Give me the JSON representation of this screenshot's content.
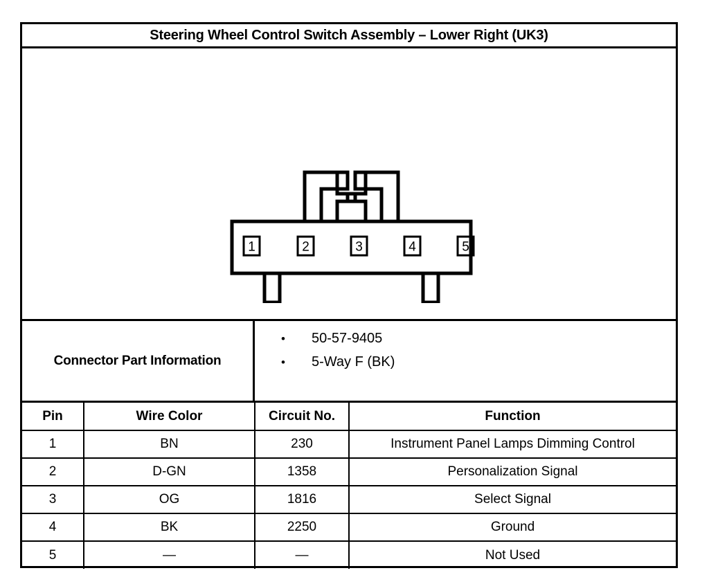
{
  "header": {
    "title": "Steering Wheel Control Switch Assembly – Lower Right (UK3)"
  },
  "connector_diagram": {
    "pin_labels": [
      "1",
      "2",
      "3",
      "4",
      "5"
    ],
    "cavity_count": 5
  },
  "part_information": {
    "label": "Connector Part Information",
    "bullet_glyph": "•",
    "items": [
      "50-57-9405",
      "5-Way F (BK)"
    ]
  },
  "pin_table": {
    "columns": [
      "Pin",
      "Wire Color",
      "Circuit No.",
      "Function"
    ],
    "rows": [
      {
        "pin": "1",
        "wire_color": "BN",
        "circuit_no": "230",
        "function": "Instrument Panel Lamps Dimming Control"
      },
      {
        "pin": "2",
        "wire_color": "D-GN",
        "circuit_no": "1358",
        "function": "Personalization Signal"
      },
      {
        "pin": "3",
        "wire_color": "OG",
        "circuit_no": "1816",
        "function": "Select Signal"
      },
      {
        "pin": "4",
        "wire_color": "BK",
        "circuit_no": "2250",
        "function": "Ground"
      },
      {
        "pin": "5",
        "wire_color": "—",
        "circuit_no": "—",
        "function": "Not Used"
      }
    ]
  },
  "colors": {
    "line": "#000000",
    "background": "#ffffff"
  }
}
